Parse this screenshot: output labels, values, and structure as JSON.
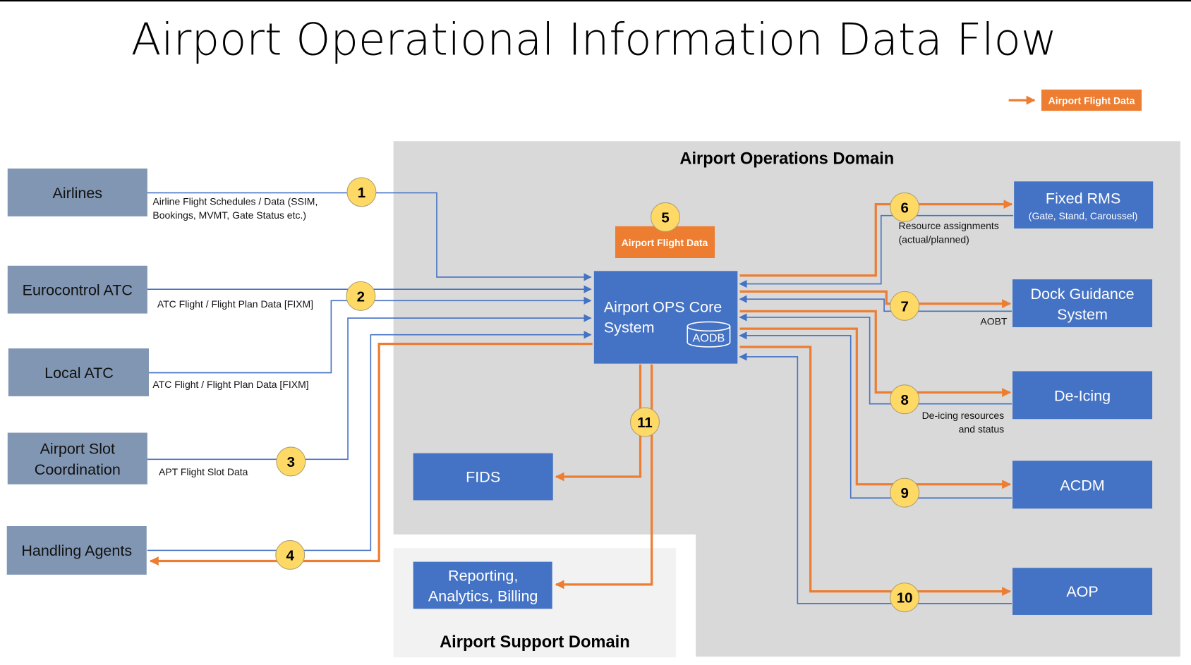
{
  "title": "Airport Operational Information Data Flow",
  "legend": {
    "label": "Airport Flight Data",
    "icon": "orange-arrow-icon"
  },
  "colors": {
    "external_box": "#8096b2",
    "system_box": "#4472c4",
    "ops_domain_bg": "#d9d9d9",
    "support_domain_bg": "#f2f2f2",
    "flight_data_orange": "#ed7d31",
    "badge_yellow": "#ffd966",
    "line_blue": "#4472c4"
  },
  "domains": {
    "operations": "Airport Operations Domain",
    "support": "Airport Support Domain"
  },
  "external_systems": [
    {
      "id": "airlines",
      "label": "Airlines"
    },
    {
      "id": "eurocontrol",
      "label": "Eurocontrol ATC"
    },
    {
      "id": "local-atc",
      "label": "Local ATC"
    },
    {
      "id": "slot-coordination",
      "lines": [
        "Airport Slot",
        "Coordination"
      ]
    },
    {
      "id": "handling-agents",
      "label": "Handling Agents"
    }
  ],
  "core": {
    "lines": [
      "Airport OPS Core",
      "System"
    ],
    "db_label": "AODB",
    "db_icon": "database-icon",
    "tag": "Airport Flight Data"
  },
  "internal_systems": {
    "fixed_rms": {
      "label": "Fixed RMS",
      "sub": "(Gate, Stand, Caroussel)"
    },
    "dock_guidance": {
      "lines": [
        "Dock Guidance",
        "System"
      ]
    },
    "de_icing": {
      "label": "De-Icing"
    },
    "acdm": {
      "label": "ACDM"
    },
    "aop": {
      "label": "AOP"
    },
    "fids": {
      "label": "FIDS"
    },
    "reporting": {
      "lines": [
        "Reporting,",
        "Analytics, Billing"
      ]
    }
  },
  "flow_labels": {
    "f1": [
      "Airline Flight Schedules / Data (SSIM,",
      "Bookings, MVMT, Gate Status etc.)"
    ],
    "f2": "ATC Flight / Flight Plan Data [FIXM]",
    "f2b": "ATC Flight / Flight Plan Data [FIXM]",
    "f3": "APT Flight Slot Data",
    "f6": [
      "Resource assignments",
      "(actual/planned)"
    ],
    "f7": "AOBT",
    "f8": [
      "De-icing resources",
      "and status"
    ]
  },
  "badges": [
    "1",
    "2",
    "3",
    "4",
    "5",
    "6",
    "7",
    "8",
    "9",
    "10",
    "11"
  ]
}
